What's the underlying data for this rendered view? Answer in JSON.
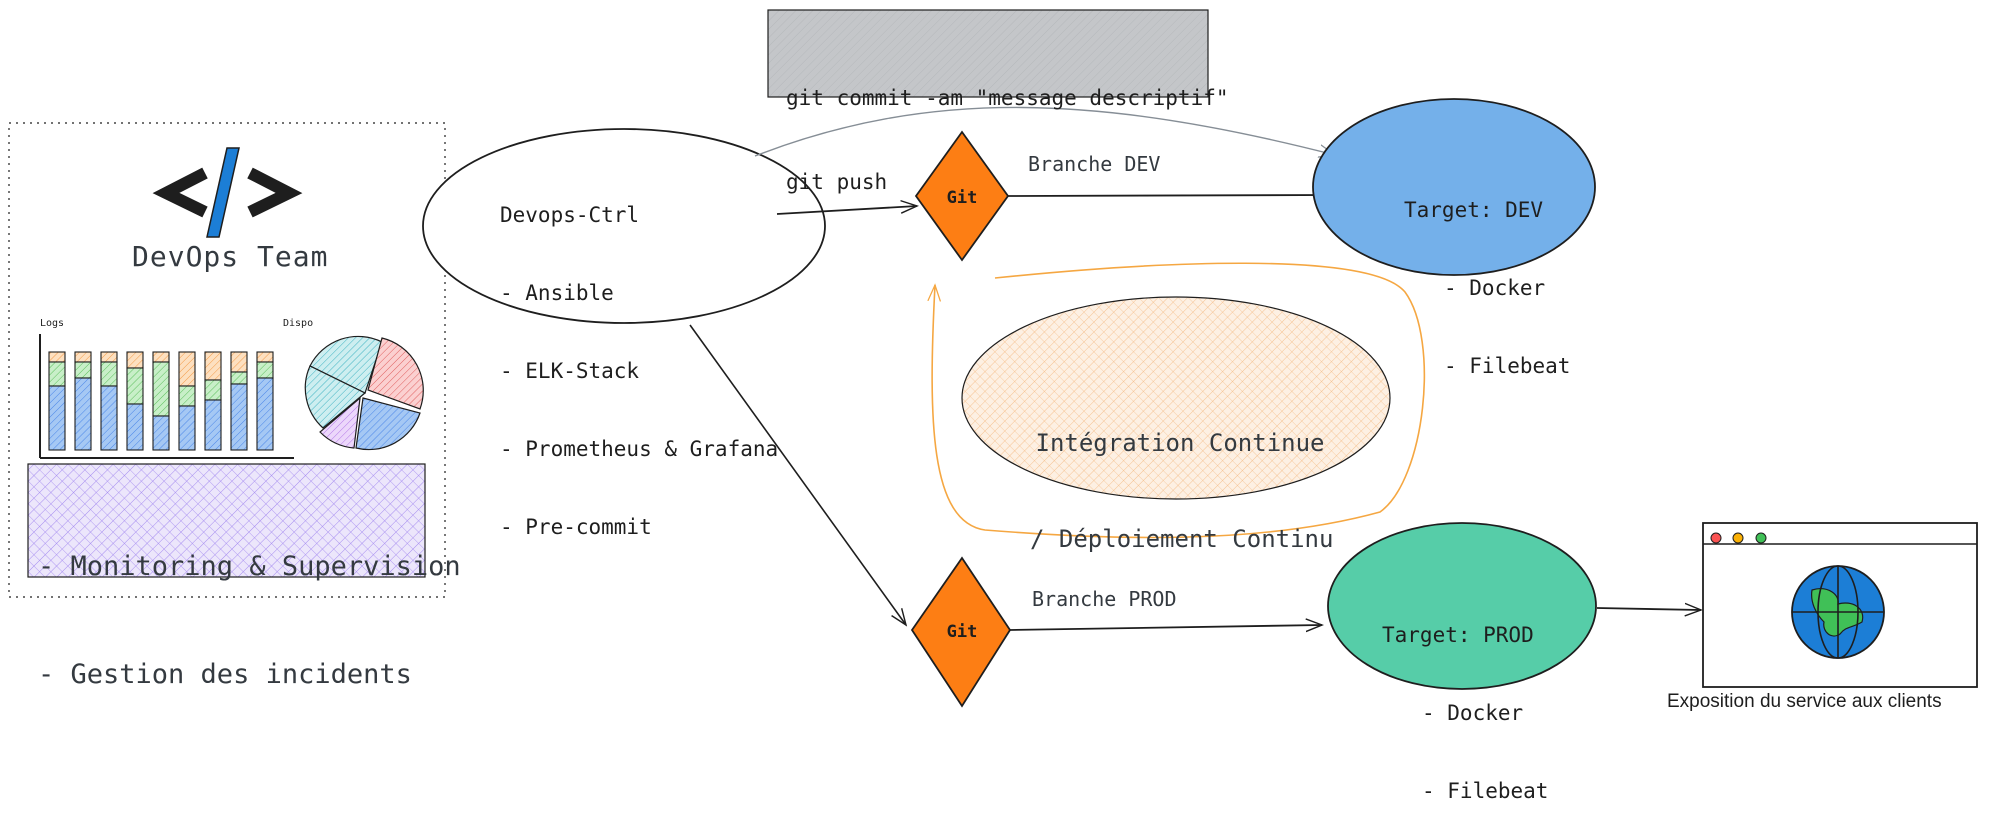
{
  "git_commands": [
    "git commit -am \"message descriptif\"",
    "git push"
  ],
  "team": {
    "icon": "code-brackets-icon",
    "title": "DevOps Team",
    "chart_label_left": "Logs",
    "chart_label_right": "Dispo",
    "tasks": [
      "- Monitoring & Supervision",
      "- Gestion des incidents"
    ]
  },
  "devops_ctrl": {
    "title": "Devops-Ctrl",
    "items": [
      "- Ansible",
      "- ELK-Stack",
      "- Prometheus & Grafana",
      "- Pre-commit"
    ]
  },
  "git_dev": {
    "label": "Git",
    "branch": "Branche DEV"
  },
  "git_prod": {
    "label": "Git",
    "branch": "Branche PROD"
  },
  "target_dev": {
    "title": "Target: DEV",
    "items": [
      "- Docker",
      "- Filebeat"
    ]
  },
  "target_prod": {
    "title": "Target: PROD",
    "items": [
      "- Docker",
      "- Filebeat"
    ]
  },
  "ci_cd": {
    "line1": "Intégration Continue",
    "line2": "/ Déploiement Continu"
  },
  "exposition": "Exposition du service aux clients",
  "colors": {
    "git_diamond": "#fd7e14",
    "target_dev": "#74b0ea",
    "target_prod": "#56cda8",
    "cicd_loop": "#f5a742",
    "cmd_box": "#c4c6c9",
    "monitor_box": "#d0bfff"
  }
}
